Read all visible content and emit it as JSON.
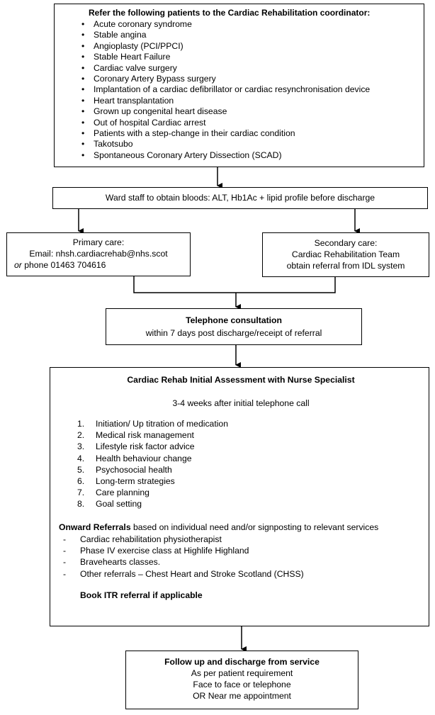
{
  "box1": {
    "title": "Refer the following patients to the Cardiac Rehabilitation coordinator:",
    "items": [
      "Acute coronary syndrome",
      "Stable angina",
      "Angioplasty (PCI/PPCI)",
      "Stable Heart Failure",
      "Cardiac valve surgery",
      "Coronary Artery Bypass surgery",
      "Implantation of a cardiac defibrillator or cardiac resynchronisation device",
      "Heart transplantation",
      "Grown up congenital heart disease",
      "Out of hospital Cardiac arrest",
      "Patients with a step-change in their cardiac condition",
      "Takotsubo",
      "Spontaneous Coronary Artery Dissection (SCAD)"
    ]
  },
  "box2": {
    "text": "Ward staff to obtain bloods: ALT, Hb1Ac + lipid profile before discharge"
  },
  "primary": {
    "title": "Primary care:",
    "email": "Email: nhsh.cardiacrehab@nhs.scot",
    "or": "or",
    "phone": " phone 01463 704616"
  },
  "secondary": {
    "title": "Secondary care:",
    "line1": "Cardiac Rehabilitation Team",
    "line2": "obtain referral from IDL system"
  },
  "telephone": {
    "title": "Telephone consultation",
    "sub": "within 7 days post discharge/receipt of referral"
  },
  "assessment": {
    "title": "Cardiac Rehab Initial Assessment with Nurse Specialist",
    "timing": "3-4 weeks after initial telephone call",
    "steps": [
      {
        "n": "1.",
        "t": "Initiation/ Up titration of medication"
      },
      {
        "n": "2.",
        "t": "Medical risk management"
      },
      {
        "n": "3.",
        "t": "Lifestyle risk factor advice"
      },
      {
        "n": "4.",
        "t": "Health behaviour change"
      },
      {
        "n": "5.",
        "t": "Psychosocial health"
      },
      {
        "n": "6.",
        "t": "Long-term strategies"
      },
      {
        "n": "7.",
        "t": "Care planning"
      },
      {
        "n": "8.",
        "t": "Goal setting"
      }
    ],
    "onward_bold": "Onward Referrals",
    "onward_rest": " based on individual need and/or signposting to relevant services",
    "referrals": [
      "Cardiac rehabilitation physiotherapist",
      "Phase IV exercise class at Highlife Highland",
      "Bravehearts classes.",
      "Other referrals – Chest Heart and Stroke Scotland (CHSS)"
    ],
    "itr": "Book ITR referral if applicable"
  },
  "followup": {
    "title": "Follow up and discharge from service",
    "lines": [
      "As per patient requirement",
      "Face to face or telephone",
      "OR Near me appointment"
    ]
  }
}
